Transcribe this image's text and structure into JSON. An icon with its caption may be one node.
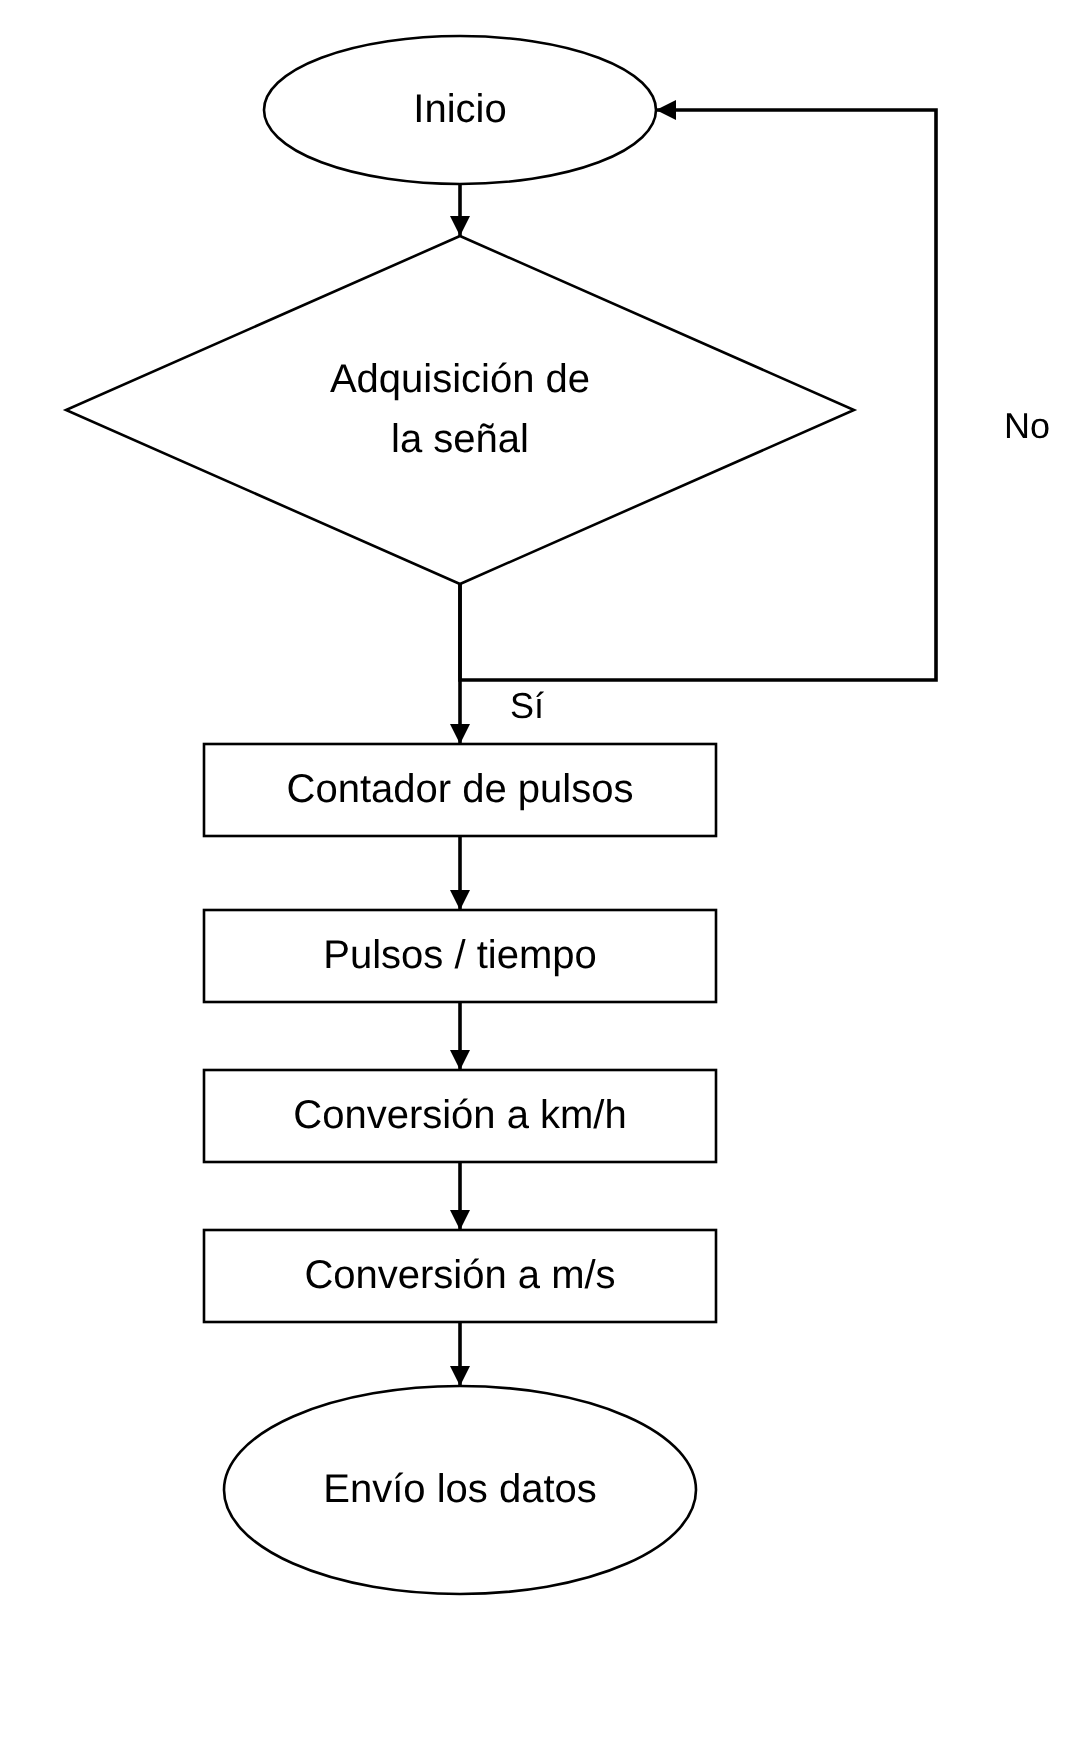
{
  "diagram": {
    "nodes": [
      {
        "text": [
          "Inicio"
        ]
      },
      {
        "text": [
          "Adquisición de la señal"
        ]
      },
      {
        "text": [
          "Contador de pulsos"
        ]
      },
      {
        "text": [
          "Pulsos / tiempo"
        ]
      },
      {
        "text": [
          "Conversión a km/h"
        ]
      },
      {
        "text": [
          "Conversión a m/s"
        ]
      },
      {
        "text": [
          "Envío los datos"
        ]
      }
    ],
    "edges": [
      {
        "from": 0,
        "to": 1,
        "arrow": "to"
      },
      {
        "from": 1,
        "to": 2,
        "arrow": "to",
        "label": "Sí"
      },
      {
        "from": 1,
        "to": 0,
        "arrow": "to",
        "label": "No"
      },
      {
        "from": 2,
        "to": 3,
        "arrow": "to"
      },
      {
        "from": 3,
        "to": 4,
        "arrow": "to"
      },
      {
        "from": 4,
        "to": 5,
        "arrow": "to"
      },
      {
        "from": 5,
        "to": 6,
        "arrow": "to"
      }
    ]
  }
}
